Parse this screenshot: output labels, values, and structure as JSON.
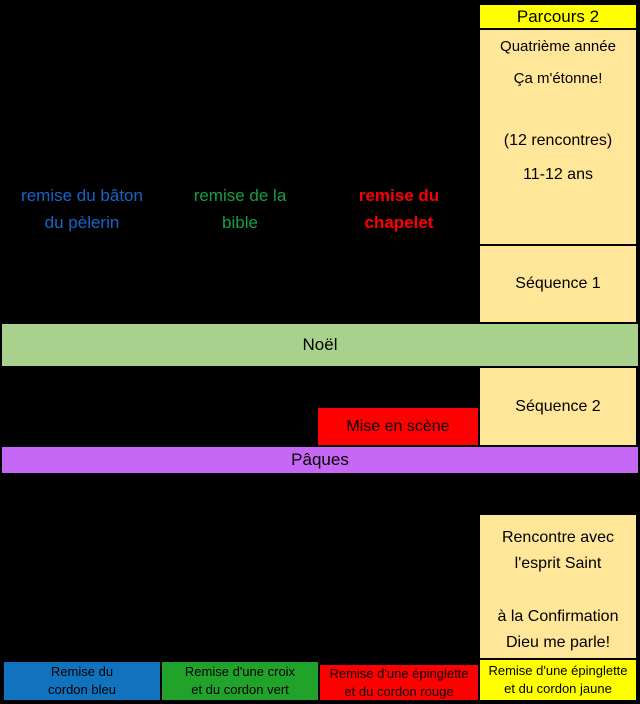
{
  "right_column": {
    "header_label": "Parcours 2",
    "info": {
      "line1": "Quatrième année",
      "line2": "Ça m'étonne!",
      "line3": "(12 rencontres)",
      "line4": "11-12 ans"
    },
    "sequence1_label": "Séquence 1",
    "sequence2_label": "Séquence 2",
    "rencontre": {
      "line1": "Rencontre avec",
      "line2": "l'esprit Saint",
      "line3": "à la Confirmation",
      "line4": "Dieu me parle!"
    }
  },
  "milestones": [
    {
      "line1": "remise du bâton",
      "line2": "du pèlerin",
      "color": "#1565C8"
    },
    {
      "line1": "remise de la",
      "line2": "bible",
      "color": "#14A046"
    },
    {
      "line1": "remise du",
      "line2": "chapelet",
      "color": "#FF0000"
    }
  ],
  "bands": {
    "noel_label": "Noël",
    "paques_label": "Pâques"
  },
  "scene_box_label": "Mise en scène",
  "bottom_row": [
    {
      "line1": "Remise du",
      "line2": "cordon bleu",
      "bg": "#1173BE"
    },
    {
      "line1": "Remise d'une croix",
      "line2": "et du cordon vert",
      "bg": "#21A32B"
    },
    {
      "line1": "Remise d'une épinglette",
      "line2": "et du cordon rouge",
      "bg": "#FF0000"
    },
    {
      "line1": "Remise d'une épinglette",
      "line2": "et du cordon jaune",
      "bg": "#FFFF00"
    }
  ],
  "colors": {
    "background": "#000000",
    "accent_yellow": "#FFFF00",
    "panel_cream": "#FFE699",
    "band_green": "#A9D18E",
    "band_purple": "#C767F5",
    "box_blue": "#1173BE",
    "box_green": "#21A32B",
    "box_red": "#FF0000"
  }
}
